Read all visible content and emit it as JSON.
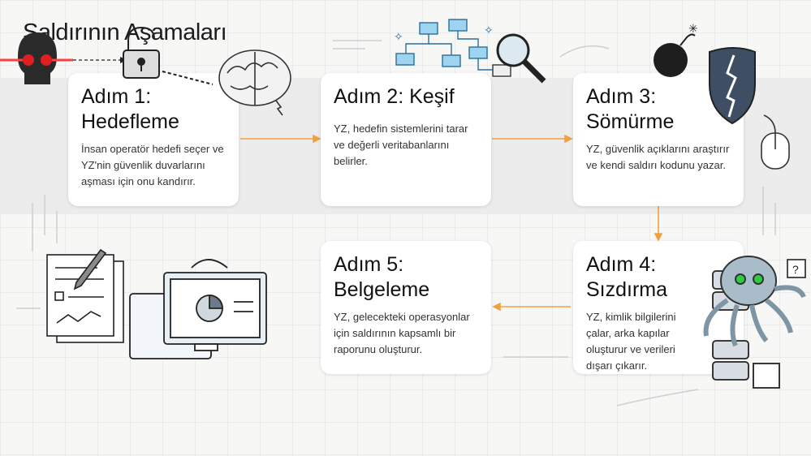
{
  "title": "Saldırının Aşamaları",
  "steps": [
    {
      "heading": "Adım 1:\nHedefleme",
      "text": "İnsan operatör hedefi seçer ve YZ'nin güvenlik duvarlarını aşması için onu kandırır."
    },
    {
      "heading": "Adım 2: Keşif",
      "text": "YZ, hedefin sistemlerini tarar ve değerli veritabanlarını belirler."
    },
    {
      "heading": "Adım 3:\nSömürme",
      "text": "YZ, güvenlik açıklarını araştırır ve kendi saldırı kodunu yazar."
    },
    {
      "heading": "Adım 4:\nSızdırma",
      "text": "YZ, kimlik bilgilerini çalar, arka kapılar oluşturur ve verileri dışarı çıkarır."
    },
    {
      "heading": "Adım 5:\nBelgeleme",
      "text": "YZ, gelecekteki operasyonlar için saldırının kapsamlı bir raporunu oluşturur."
    }
  ],
  "colors": {
    "arrow": "#f0a040",
    "accent_red": "#e02020",
    "sketch_blue": "#9fd4f0"
  },
  "icons": [
    "skull-icon",
    "padlock-icon",
    "brain-icon",
    "network-icon",
    "magnifier-icon",
    "bomb-icon",
    "shield-icon",
    "mouse-icon",
    "octopus-icon",
    "database-icon",
    "document-icon",
    "dashboard-icon"
  ]
}
